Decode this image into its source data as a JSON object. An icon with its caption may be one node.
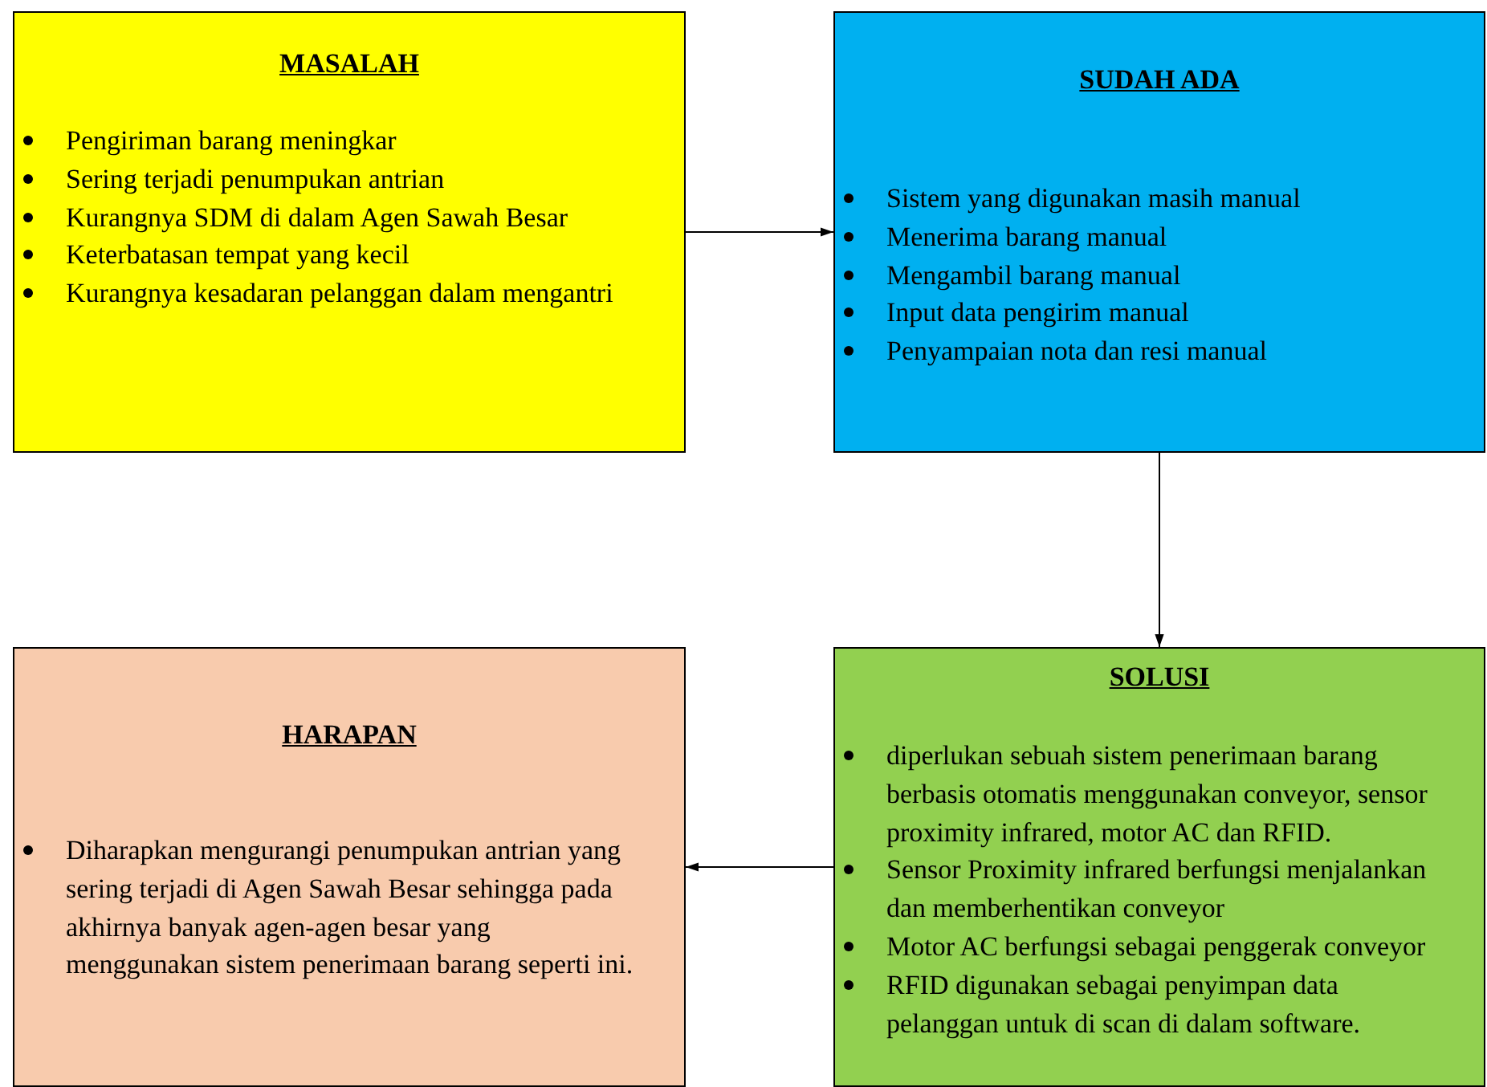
{
  "diagram": {
    "nodes": [
      {
        "text": [
          "MASALAH",
          "Pengiriman barang meningkar",
          "Sering terjadi penumpukan antrian",
          "Kurangnya SDM di dalam Agen Sawah Besar",
          "Keterbatasan tempat yang kecil",
          "Kurangnya kesadaran pelanggan dalam mengantri"
        ]
      },
      {
        "text": [
          "SUDAH ADA",
          "Sistem yang digunakan masih manual",
          "Menerima barang manual",
          "Mengambil barang manual",
          "Input data pengirim manual",
          "Penyampaian nota dan resi manual"
        ]
      },
      {
        "text": [
          "SOLUSI",
          "diperlukan sebuah sistem penerimaan barang berbasis otomatis menggunakan conveyor, sensor proximity infrared, motor AC dan RFID.",
          "Sensor Proximity infrared berfungsi menjalankan dan memberhentikan conveyor",
          "Motor AC berfungsi sebagai penggerak conveyor",
          "RFID digunakan sebagai penyimpan data pelanggan untuk di scan di dalam software."
        ]
      },
      {
        "text": [
          "HARAPAN",
          "Diharapkan mengurangi penumpukan antrian yang sering terjadi di Agen Sawah Besar sehingga pada akhirnya banyak agen-agen besar yang menggunakan sistem penerimaan barang seperti ini."
        ]
      }
    ],
    "edges": [
      {
        "from": 0,
        "to": 1,
        "arrow": "to"
      },
      {
        "from": 1,
        "to": 2,
        "arrow": "to"
      },
      {
        "from": 2,
        "to": 3,
        "arrow": "to"
      }
    ]
  }
}
